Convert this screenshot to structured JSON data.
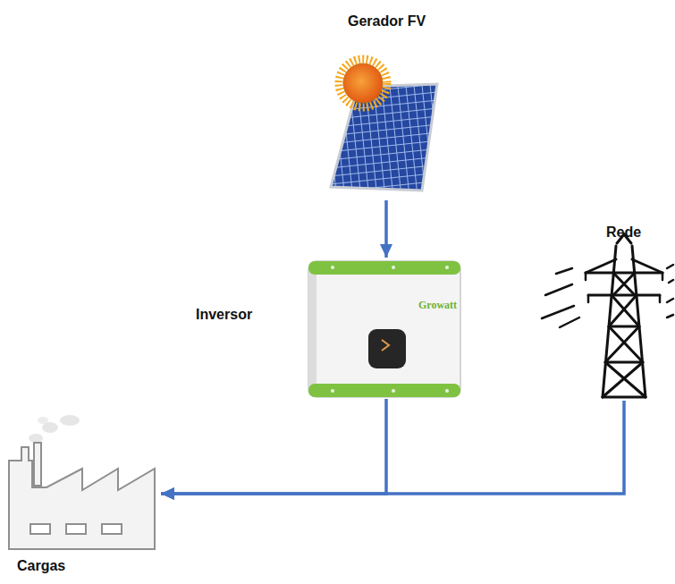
{
  "diagram": {
    "nodes": [
      {
        "text": [
          "Gerador FV"
        ]
      },
      {
        "text": [
          "Inversor"
        ]
      },
      {
        "text": [
          "Rede"
        ]
      },
      {
        "text": [
          "Cargas"
        ]
      }
    ],
    "edges": [
      {
        "from": 0,
        "to": 1,
        "arrow": "to"
      },
      {
        "from": 1,
        "to": 3,
        "arrow": "to"
      },
      {
        "from": 2,
        "to": 3,
        "arrow": "to"
      }
    ],
    "labels": [
      "Growatt"
    ]
  }
}
